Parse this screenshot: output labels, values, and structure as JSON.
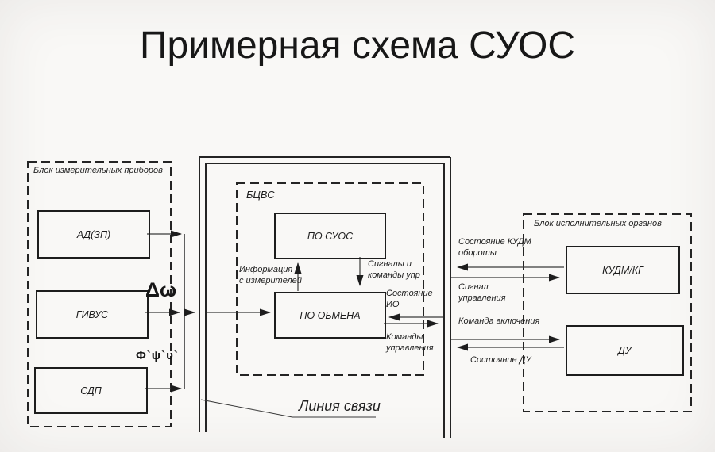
{
  "title": "Примерная схема СУОС",
  "blocks": {
    "measuring": {
      "label": "Блок измерительных приборов",
      "devices": [
        {
          "id": "ad",
          "label": "АД(ЗП)"
        },
        {
          "id": "givus",
          "label": "ГИВУС"
        },
        {
          "id": "sdp",
          "label": "СДП"
        }
      ]
    },
    "computer": {
      "label": "БЦВС",
      "modules": [
        {
          "id": "po-suos",
          "label": "ПО СУОС"
        },
        {
          "id": "po-obmena",
          "label": "ПО ОБМЕНА"
        }
      ]
    },
    "actuators": {
      "label": "Блок исполнительных органов",
      "devices": [
        {
          "id": "kudm",
          "label": "КУДМ/КГ"
        },
        {
          "id": "du",
          "label": "ДУ"
        }
      ]
    }
  },
  "signals": {
    "delta_omega": "Δω",
    "phi_psi_upsilon": "Ф`ψ`υ`",
    "info_from_sensors": "Информация\nс измерителей",
    "signals_and_commands": "Сигналы и\nкоманды упр",
    "state_io": "Состояние\nИО",
    "control_commands": "Команды\nуправления",
    "state_kudm": "Состояние КУДМ\nобороты",
    "control_signal": "Сигнал\nуправления",
    "switch_on_command": "Команда включения",
    "state_du": "Состояние ДУ",
    "comm_line": "Линия связи"
  },
  "colors": {
    "ink": "#1f1f1f",
    "paper": "#f9f8f6"
  }
}
